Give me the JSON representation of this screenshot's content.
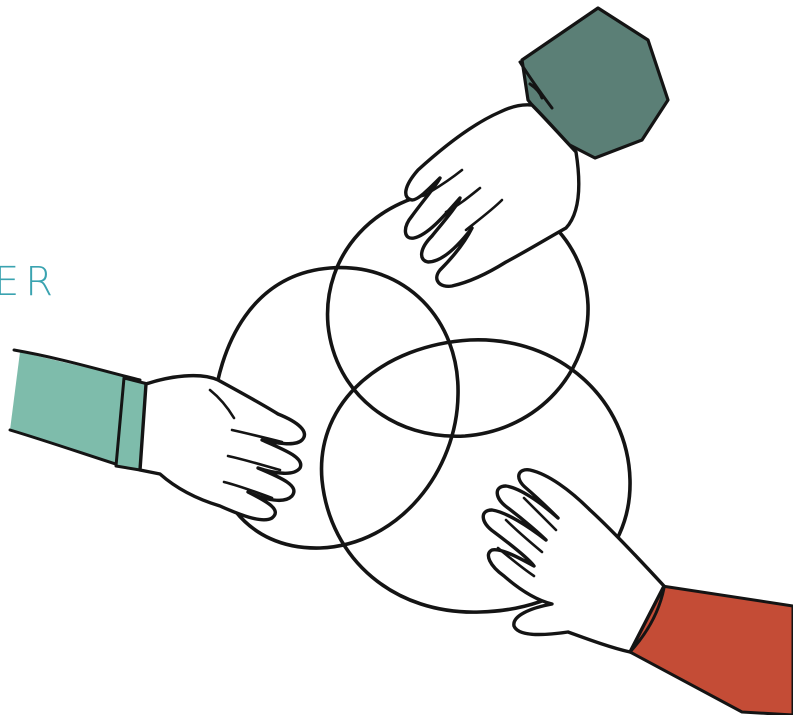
{
  "illustration": {
    "partial_text": "ER",
    "colors": {
      "text_accent": "#3aa3b0",
      "sleeve_top": "#5b7f76",
      "sleeve_left": "#7ebcab",
      "sleeve_right": "#c44c36",
      "ink": "#141414",
      "background": "#ffffff"
    },
    "elements": {
      "circles": 3,
      "hands": 3
    }
  }
}
